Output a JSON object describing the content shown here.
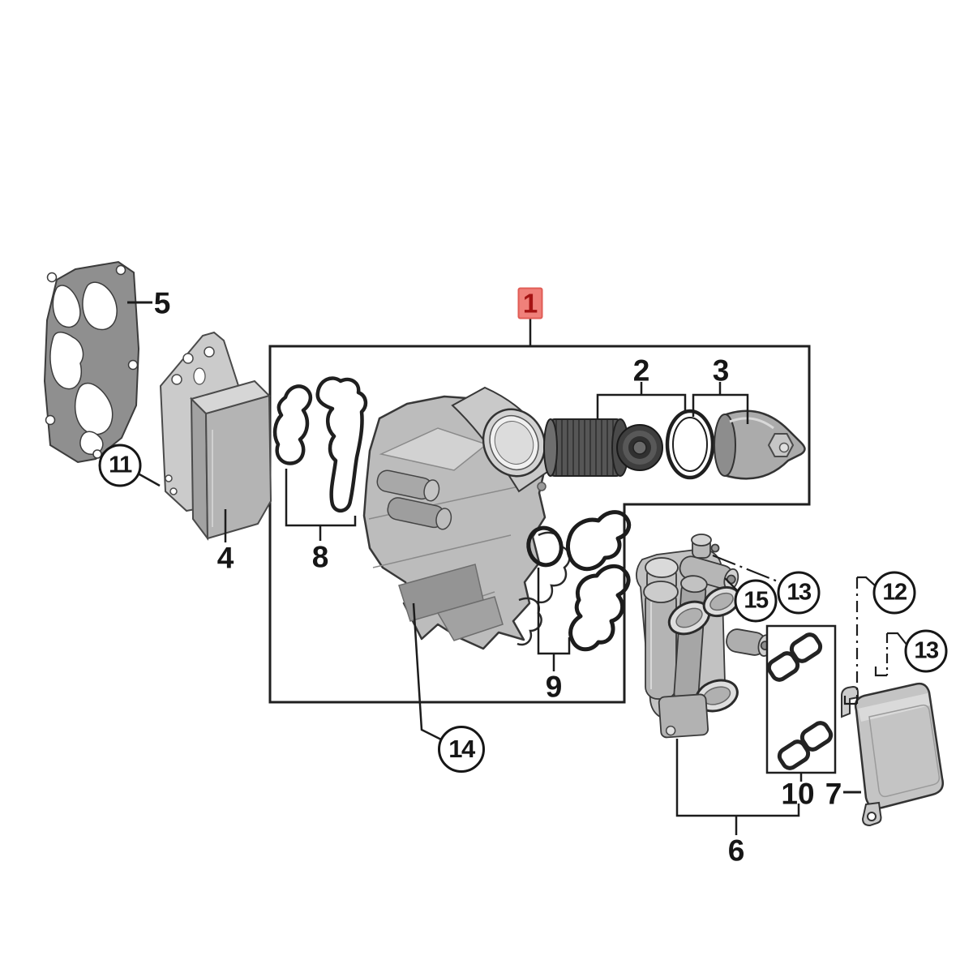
{
  "diagram": {
    "background_color": "#ffffff",
    "line_color": "#1c1c1c",
    "part_fill_color": "#bcbcbc",
    "highlight": {
      "badge_background": "#f0807a",
      "badge_border": "#e05c55",
      "badge_text_color": "#a51313"
    },
    "callouts": {
      "n1": {
        "text": "1",
        "style": "red-badge"
      },
      "n2": {
        "text": "2",
        "style": "plain"
      },
      "n3": {
        "text": "3",
        "style": "plain"
      },
      "n4": {
        "text": "4",
        "style": "plain"
      },
      "n5": {
        "text": "5",
        "style": "plain"
      },
      "n6": {
        "text": "6",
        "style": "plain"
      },
      "n7": {
        "text": "7",
        "style": "plain"
      },
      "n8": {
        "text": "8",
        "style": "plain"
      },
      "n9": {
        "text": "9",
        "style": "plain"
      },
      "n10": {
        "text": "10",
        "style": "plain"
      },
      "n11": {
        "text": "11",
        "style": "circle"
      },
      "n12": {
        "text": "12",
        "style": "circle"
      },
      "n13a": {
        "text": "13",
        "style": "circle"
      },
      "n13b": {
        "text": "13",
        "style": "circle"
      },
      "n14": {
        "text": "14",
        "style": "circle"
      },
      "n15": {
        "text": "15",
        "style": "circle"
      }
    }
  }
}
